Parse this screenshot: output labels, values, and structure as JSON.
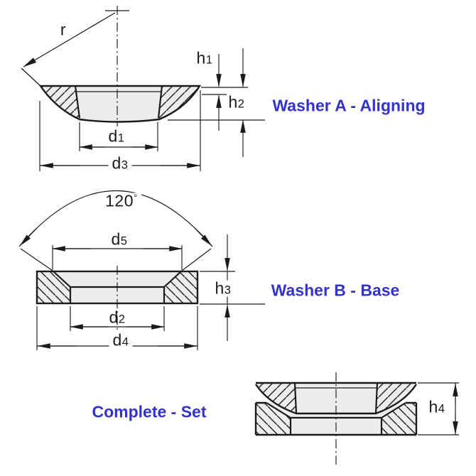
{
  "captions": {
    "washer_a": "Washer A - Aligning",
    "washer_b": "Washer B - Base",
    "complete_set": "Complete - Set"
  },
  "dimensions": {
    "r": {
      "base": "r",
      "sub": ""
    },
    "h1": {
      "base": "h",
      "sub": "1"
    },
    "h2": {
      "base": "h",
      "sub": "2"
    },
    "d1": {
      "base": "d",
      "sub": "1"
    },
    "d3": {
      "base": "d",
      "sub": "3"
    },
    "angle": {
      "base": "120",
      "sup": "°"
    },
    "d5": {
      "base": "d",
      "sub": "5"
    },
    "h3": {
      "base": "h",
      "sub": "3"
    },
    "d2": {
      "base": "d",
      "sub": "2"
    },
    "d4": {
      "base": "d",
      "sub": "4"
    },
    "h4": {
      "base": "h",
      "sub": "4"
    }
  },
  "colors": {
    "caption_blue": "#3333cc",
    "line": "#1b1b1b",
    "section_fill": "#ededed",
    "background": "#ffffff"
  }
}
